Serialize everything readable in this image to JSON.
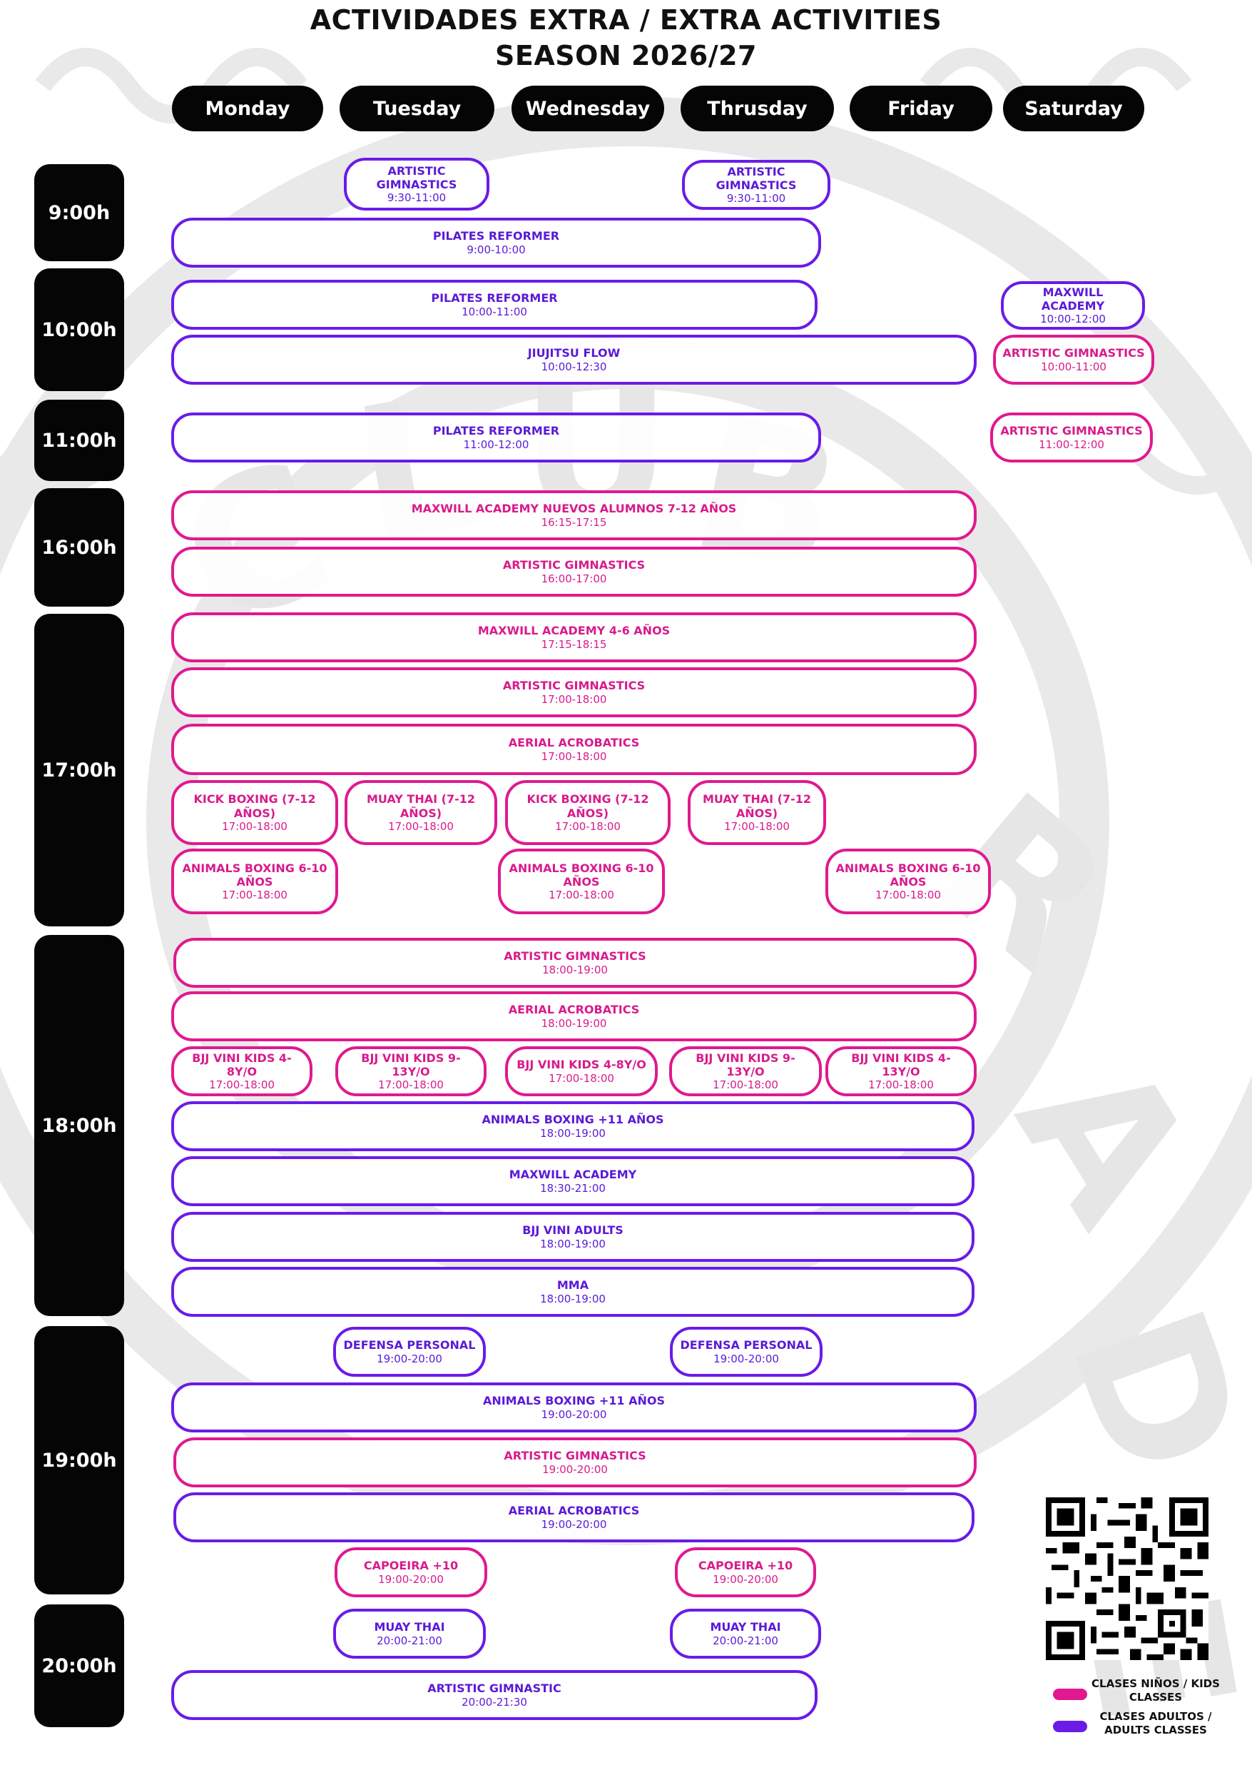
{
  "title_line1": "ACTIVIDADES EXTRA / EXTRA ACTIVITIES",
  "title_line2": "SEASON 2026/27",
  "days": [
    "Monday",
    "Tuesday",
    "Wednesday",
    "Thrusday",
    "Friday",
    "Saturday"
  ],
  "hours": [
    "9:00h",
    "10:00h",
    "11:00h",
    "16:00h",
    "17:00h",
    "18:00h",
    "19:00h",
    "20:00h"
  ],
  "colors": {
    "kids": "#e0198f",
    "adults": "#6a1be8"
  },
  "events": [
    {
      "name": "ARTISTIC GIMNASTICS",
      "time": "9:30-11:00",
      "type": "adult"
    },
    {
      "name": "ARTISTIC GIMNASTICS",
      "time": "9:30-11:00",
      "type": "adult"
    },
    {
      "name": "PILATES REFORMER",
      "time": "9:00-10:00",
      "type": "adult"
    },
    {
      "name": "PILATES REFORMER",
      "time": "10:00-11:00",
      "type": "adult"
    },
    {
      "name": "MAXWILL ACADEMY",
      "time": "10:00-12:00",
      "type": "adult"
    },
    {
      "name": "JIUJITSU FLOW",
      "time": "10:00-12:30",
      "type": "adult"
    },
    {
      "name": "ARTISTIC GIMNASTICS",
      "time": "10:00-11:00",
      "type": "kid"
    },
    {
      "name": "PILATES REFORMER",
      "time": "11:00-12:00",
      "type": "adult"
    },
    {
      "name": "ARTISTIC GIMNASTICS",
      "time": "11:00-12:00",
      "type": "kid"
    },
    {
      "name": "MAXWILL ACADEMY NUEVOS ALUMNOS 7-12 AÑOS",
      "time": "16:15-17:15",
      "type": "kid"
    },
    {
      "name": "ARTISTIC GIMNASTICS",
      "time": "16:00-17:00",
      "type": "kid"
    },
    {
      "name": "MAXWILL ACADEMY 4-6 AÑOS",
      "time": "17:15-18:15",
      "type": "kid"
    },
    {
      "name": "ARTISTIC GIMNASTICS",
      "time": "17:00-18:00",
      "type": "kid"
    },
    {
      "name": "AERIAL ACROBATICS",
      "time": "17:00-18:00",
      "type": "kid"
    },
    {
      "name": "KICK BOXING (7-12 AÑOS)",
      "time": "17:00-18:00",
      "type": "kid"
    },
    {
      "name": "MUAY THAI (7-12 AÑOS)",
      "time": "17:00-18:00",
      "type": "kid"
    },
    {
      "name": "KICK BOXING (7-12 AÑOS)",
      "time": "17:00-18:00",
      "type": "kid"
    },
    {
      "name": "MUAY THAI (7-12 AÑOS)",
      "time": "17:00-18:00",
      "type": "kid"
    },
    {
      "name": "ANIMALS BOXING 6-10 AÑOS",
      "time": "17:00-18:00",
      "type": "kid"
    },
    {
      "name": "ANIMALS BOXING 6-10 AÑOS",
      "time": "17:00-18:00",
      "type": "kid"
    },
    {
      "name": "ANIMALS BOXING 6-10 AÑOS",
      "time": "17:00-18:00",
      "type": "kid"
    },
    {
      "name": "ARTISTIC GIMNASTICS",
      "time": "18:00-19:00",
      "type": "kid"
    },
    {
      "name": "AERIAL ACROBATICS",
      "time": "18:00-19:00",
      "type": "kid"
    },
    {
      "name": "BJJ VINI KIDS 4-8Y/O",
      "time": "17:00-18:00",
      "type": "kid"
    },
    {
      "name": "BJJ VINI KIDS 9-13Y/O",
      "time": "17:00-18:00",
      "type": "kid"
    },
    {
      "name": "BJJ VINI KIDS 4-8Y/O",
      "time": "17:00-18:00",
      "type": "kid"
    },
    {
      "name": "BJJ VINI KIDS 9-13Y/O",
      "time": "17:00-18:00",
      "type": "kid"
    },
    {
      "name": "BJJ VINI KIDS 4-13Y/O",
      "time": "17:00-18:00",
      "type": "kid"
    },
    {
      "name": "ANIMALS BOXING +11 AÑOS",
      "time": "18:00-19:00",
      "type": "adult"
    },
    {
      "name": "MAXWILL ACADEMY",
      "time": "18:30-21:00",
      "type": "adult"
    },
    {
      "name": "BJJ VINI ADULTS",
      "time": "18:00-19:00",
      "type": "adult"
    },
    {
      "name": "MMA",
      "time": "18:00-19:00",
      "type": "adult"
    },
    {
      "name": "DEFENSA PERSONAL",
      "time": "19:00-20:00",
      "type": "adult"
    },
    {
      "name": "DEFENSA PERSONAL",
      "time": "19:00-20:00",
      "type": "adult"
    },
    {
      "name": "ANIMALS BOXING +11 AÑOS",
      "time": "19:00-20:00",
      "type": "adult"
    },
    {
      "name": "ARTISTIC GIMNASTICS",
      "time": "19:00-20:00",
      "type": "kid"
    },
    {
      "name": "AERIAL ACROBATICS",
      "time": "19:00-20:00",
      "type": "adult"
    },
    {
      "name": "CAPOEIRA +10",
      "time": "19:00-20:00",
      "type": "kid"
    },
    {
      "name": "CAPOEIRA +10",
      "time": "19:00-20:00",
      "type": "kid"
    },
    {
      "name": "MUAY THAI",
      "time": "20:00-21:00",
      "type": "adult"
    },
    {
      "name": "MUAY THAI",
      "time": "20:00-21:00",
      "type": "adult"
    },
    {
      "name": "ARTISTIC GIMNASTIC",
      "time": "20:00-21:30",
      "type": "adult"
    }
  ],
  "legend": {
    "kids_label": "CLASES NIÑOS / KIDS CLASSES",
    "adults_label": "CLASES ADULTOS / ADULTS CLASSES"
  },
  "qr_icon": "qr-code-icon",
  "watermark_letters": [
    "C",
    "L",
    "U",
    "B",
    "D",
    "E",
    "R",
    "A"
  ]
}
